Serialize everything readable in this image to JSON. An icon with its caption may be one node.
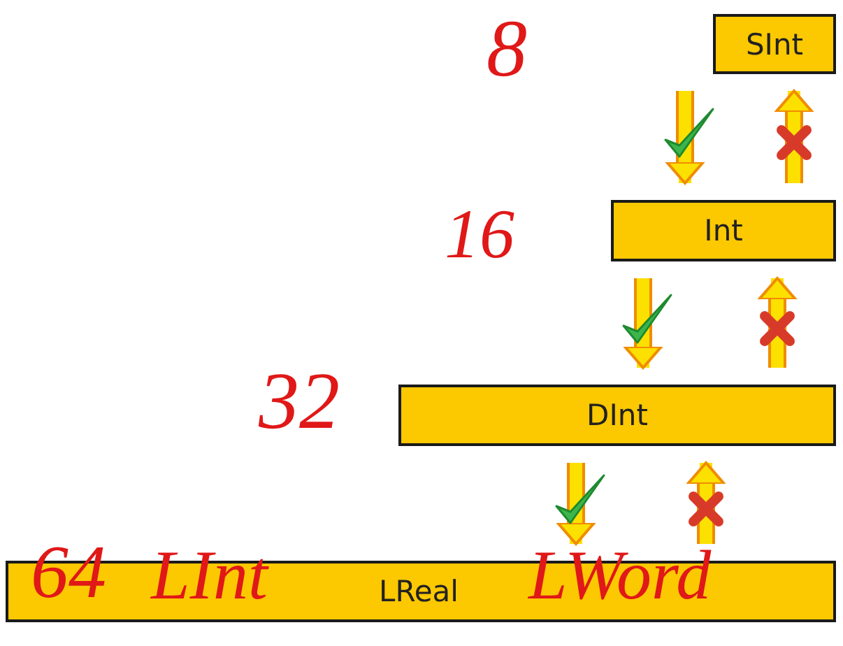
{
  "diagram": {
    "nodes": [
      {
        "text": [
          "SInt"
        ]
      },
      {
        "text": [
          "Int"
        ]
      },
      {
        "text": [
          "DInt"
        ]
      },
      {
        "text": [
          "LReal"
        ]
      }
    ],
    "edges": [
      {
        "from": 0,
        "to": 1,
        "arrow": "to"
      },
      {
        "from": 1,
        "to": 0,
        "arrow": "to"
      },
      {
        "from": 1,
        "to": 2,
        "arrow": "to"
      },
      {
        "from": 2,
        "to": 1,
        "arrow": "to"
      },
      {
        "from": 2,
        "to": 3,
        "arrow": "to"
      },
      {
        "from": 3,
        "to": 2,
        "arrow": "to"
      }
    ],
    "labels": [
      "8",
      "16",
      "32",
      "64",
      "LInt",
      "LWord"
    ]
  }
}
